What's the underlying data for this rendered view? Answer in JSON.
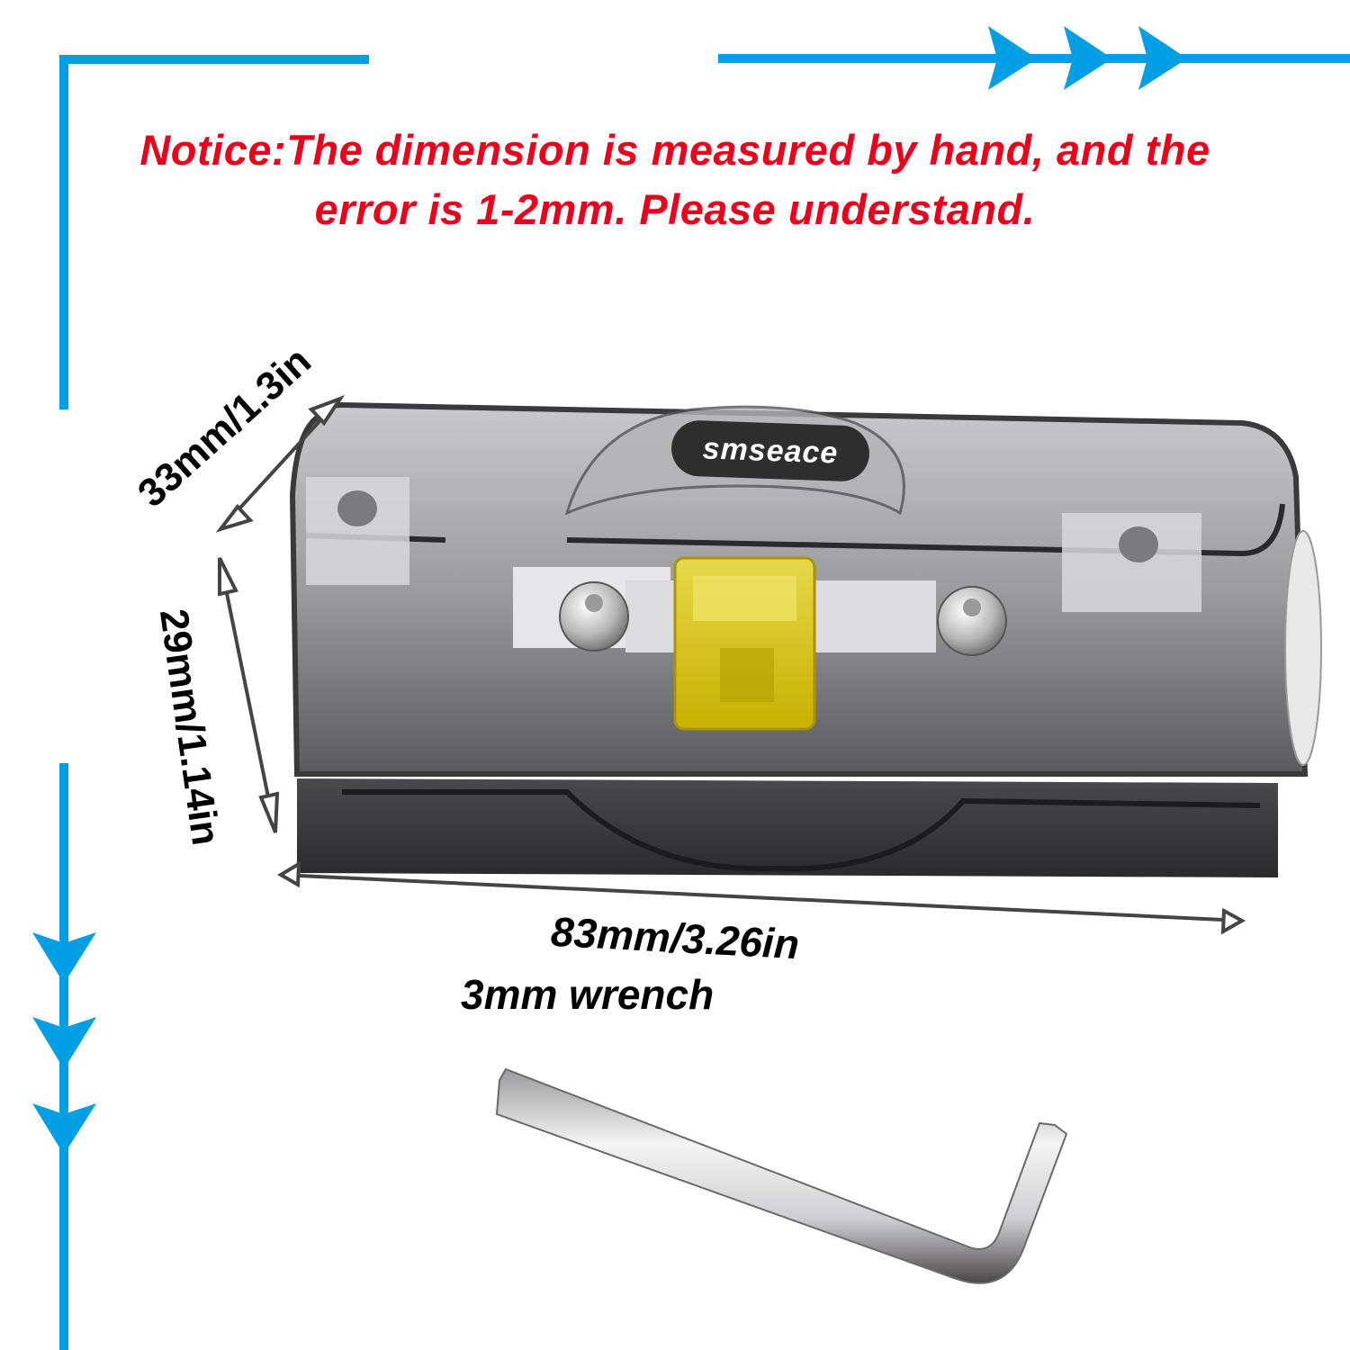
{
  "notice": {
    "line1": "Notice:The dimension is measured by hand, and the",
    "line2": "error is 1-2mm. Please understand.",
    "color": "#e8001c"
  },
  "product": {
    "brand": "smseace",
    "type": "inline fuse holder with yellow fuse"
  },
  "dimensions": {
    "depth": "33mm/1.3in",
    "height": "29mm/1.14in",
    "width": "83mm/3.26in"
  },
  "accessory": {
    "label": "3mm wrench"
  },
  "decorations": {
    "accent_color": "#009ee3",
    "top_left_corner": "bracket",
    "top_right_arrows": 3,
    "bottom_left_arrows": 3
  },
  "icons": {
    "dimension_arrow": "double-headed-arrow-icon",
    "flow_arrow": "triangle-arrow-icon"
  }
}
